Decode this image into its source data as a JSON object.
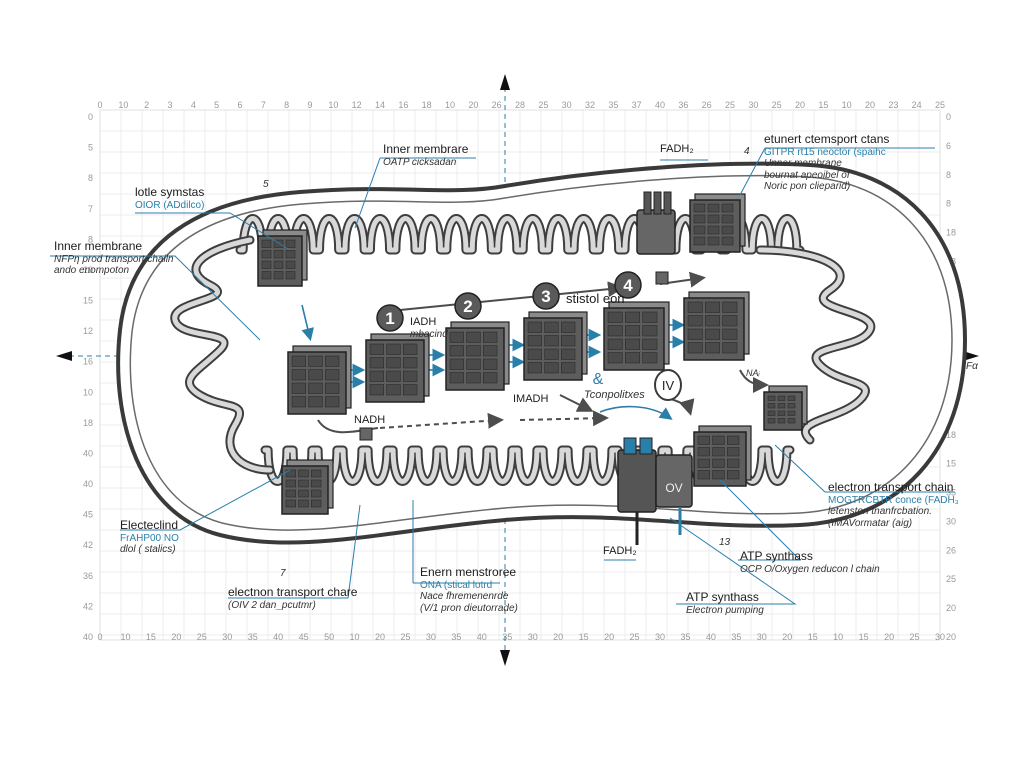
{
  "top_ticks": [
    "0",
    "10",
    "2",
    "3",
    "4",
    "5",
    "6",
    "7",
    "8",
    "9",
    "10",
    "12",
    "14",
    "16",
    "18",
    "10",
    "20",
    "26",
    "28",
    "25",
    "30",
    "32",
    "35",
    "37",
    "40",
    "36",
    "26",
    "25",
    "30",
    "25",
    "20",
    "15",
    "10",
    "20",
    "23",
    "24",
    "25"
  ],
  "bottom_ticks": [
    "0",
    "10",
    "15",
    "20",
    "25",
    "30",
    "35",
    "40",
    "45",
    "50",
    "10",
    "20",
    "25",
    "30",
    "35",
    "40",
    "35",
    "30",
    "20",
    "15",
    "20",
    "25",
    "30",
    "35",
    "40",
    "35",
    "30",
    "20",
    "15",
    "10",
    "15",
    "20",
    "25",
    "30"
  ],
  "left_ticks": [
    "0",
    "5",
    "8",
    "7",
    "8",
    "10",
    "15",
    "12",
    "16",
    "10",
    "18",
    "40",
    "40",
    "45",
    "42",
    "36",
    "42",
    "40"
  ],
  "right_ticks": [
    "0",
    "6",
    "8",
    "8",
    "18",
    "18",
    "16",
    "18",
    "22",
    "18",
    "20",
    "18",
    "15",
    "35",
    "30",
    "26",
    "25",
    "20",
    "20"
  ],
  "axis_right_label": "Fα",
  "complex_numbers": [
    "1",
    "2",
    "3",
    "4"
  ],
  "roman_iv": "IV",
  "ov_label": "OV",
  "labels": {
    "inner_membrane_top": {
      "title": "Inner membrare",
      "sub": "OATP cicksadan"
    },
    "lotte": {
      "title": "lotle symstas",
      "sub": "OIOR (ADdilco)"
    },
    "inner_membrane_left": {
      "title": "Inner membrane",
      "sub1": "NFPη prod transport chailn",
      "sub2": "ando enompoton"
    },
    "fadh2_top": "FADH₂",
    "eturnert": {
      "title": "etunert ctemsport ctans",
      "sub1": "GITPR rt15 neoctor (spaihc",
      "sub2": "Unner membrane",
      "sub3": "bournat apeoibel of",
      "sub4": "Noric pon clieparid)"
    },
    "nadh_center": {
      "title": "IADH",
      "sub": "mbacind"
    },
    "stistol": "stistol eon",
    "imadh": "IMADH",
    "tconpolitxes": "Tconpolitxes",
    "nadh_lower": "NADH",
    "etc_right": {
      "title": "electron transport chain",
      "sub1": "MOGTRCBTR conce (FADH₃",
      "sub2": "letenston tnanfrcbation.",
      "sub3": "(IMAVormatar (aig)"
    },
    "electind": {
      "title": "Electeclind",
      "sub1": "FrAHP00 NO",
      "sub2": "dlol ( stalics)"
    },
    "fadh2_bottom": "FADH₂",
    "num13": "13",
    "atp_right": {
      "title": "ATP synthass",
      "sub": "OCP O/Oxygen reducon l chain"
    },
    "enerm": {
      "title": "Enern menstroree",
      "sub1": "ONA (stical lotrd",
      "sub2": "Nace fhremenenrde",
      "sub3": "(V/1 pron dieutorrade)"
    },
    "etc_bottom": {
      "title": "electnon transport chare",
      "sub": "(OIV 2 dan_pcutmr)"
    },
    "atp_bottom": {
      "title": "ATP synthass",
      "sub": "Electron pumping"
    },
    "num5": "5",
    "num7": "7",
    "num4": "4",
    "nad_small": "NAᵢ"
  },
  "colors": {
    "accent": "#2a7fa8",
    "ink": "#3a3a3a",
    "complex": "#5d5d5d",
    "grid": "#e9e9e9"
  },
  "icons": [
    "arrow-up-icon",
    "arrow-down-icon",
    "arrow-left-icon",
    "arrow-right-icon",
    "protein-complex-icon",
    "atp-synthase-icon"
  ]
}
